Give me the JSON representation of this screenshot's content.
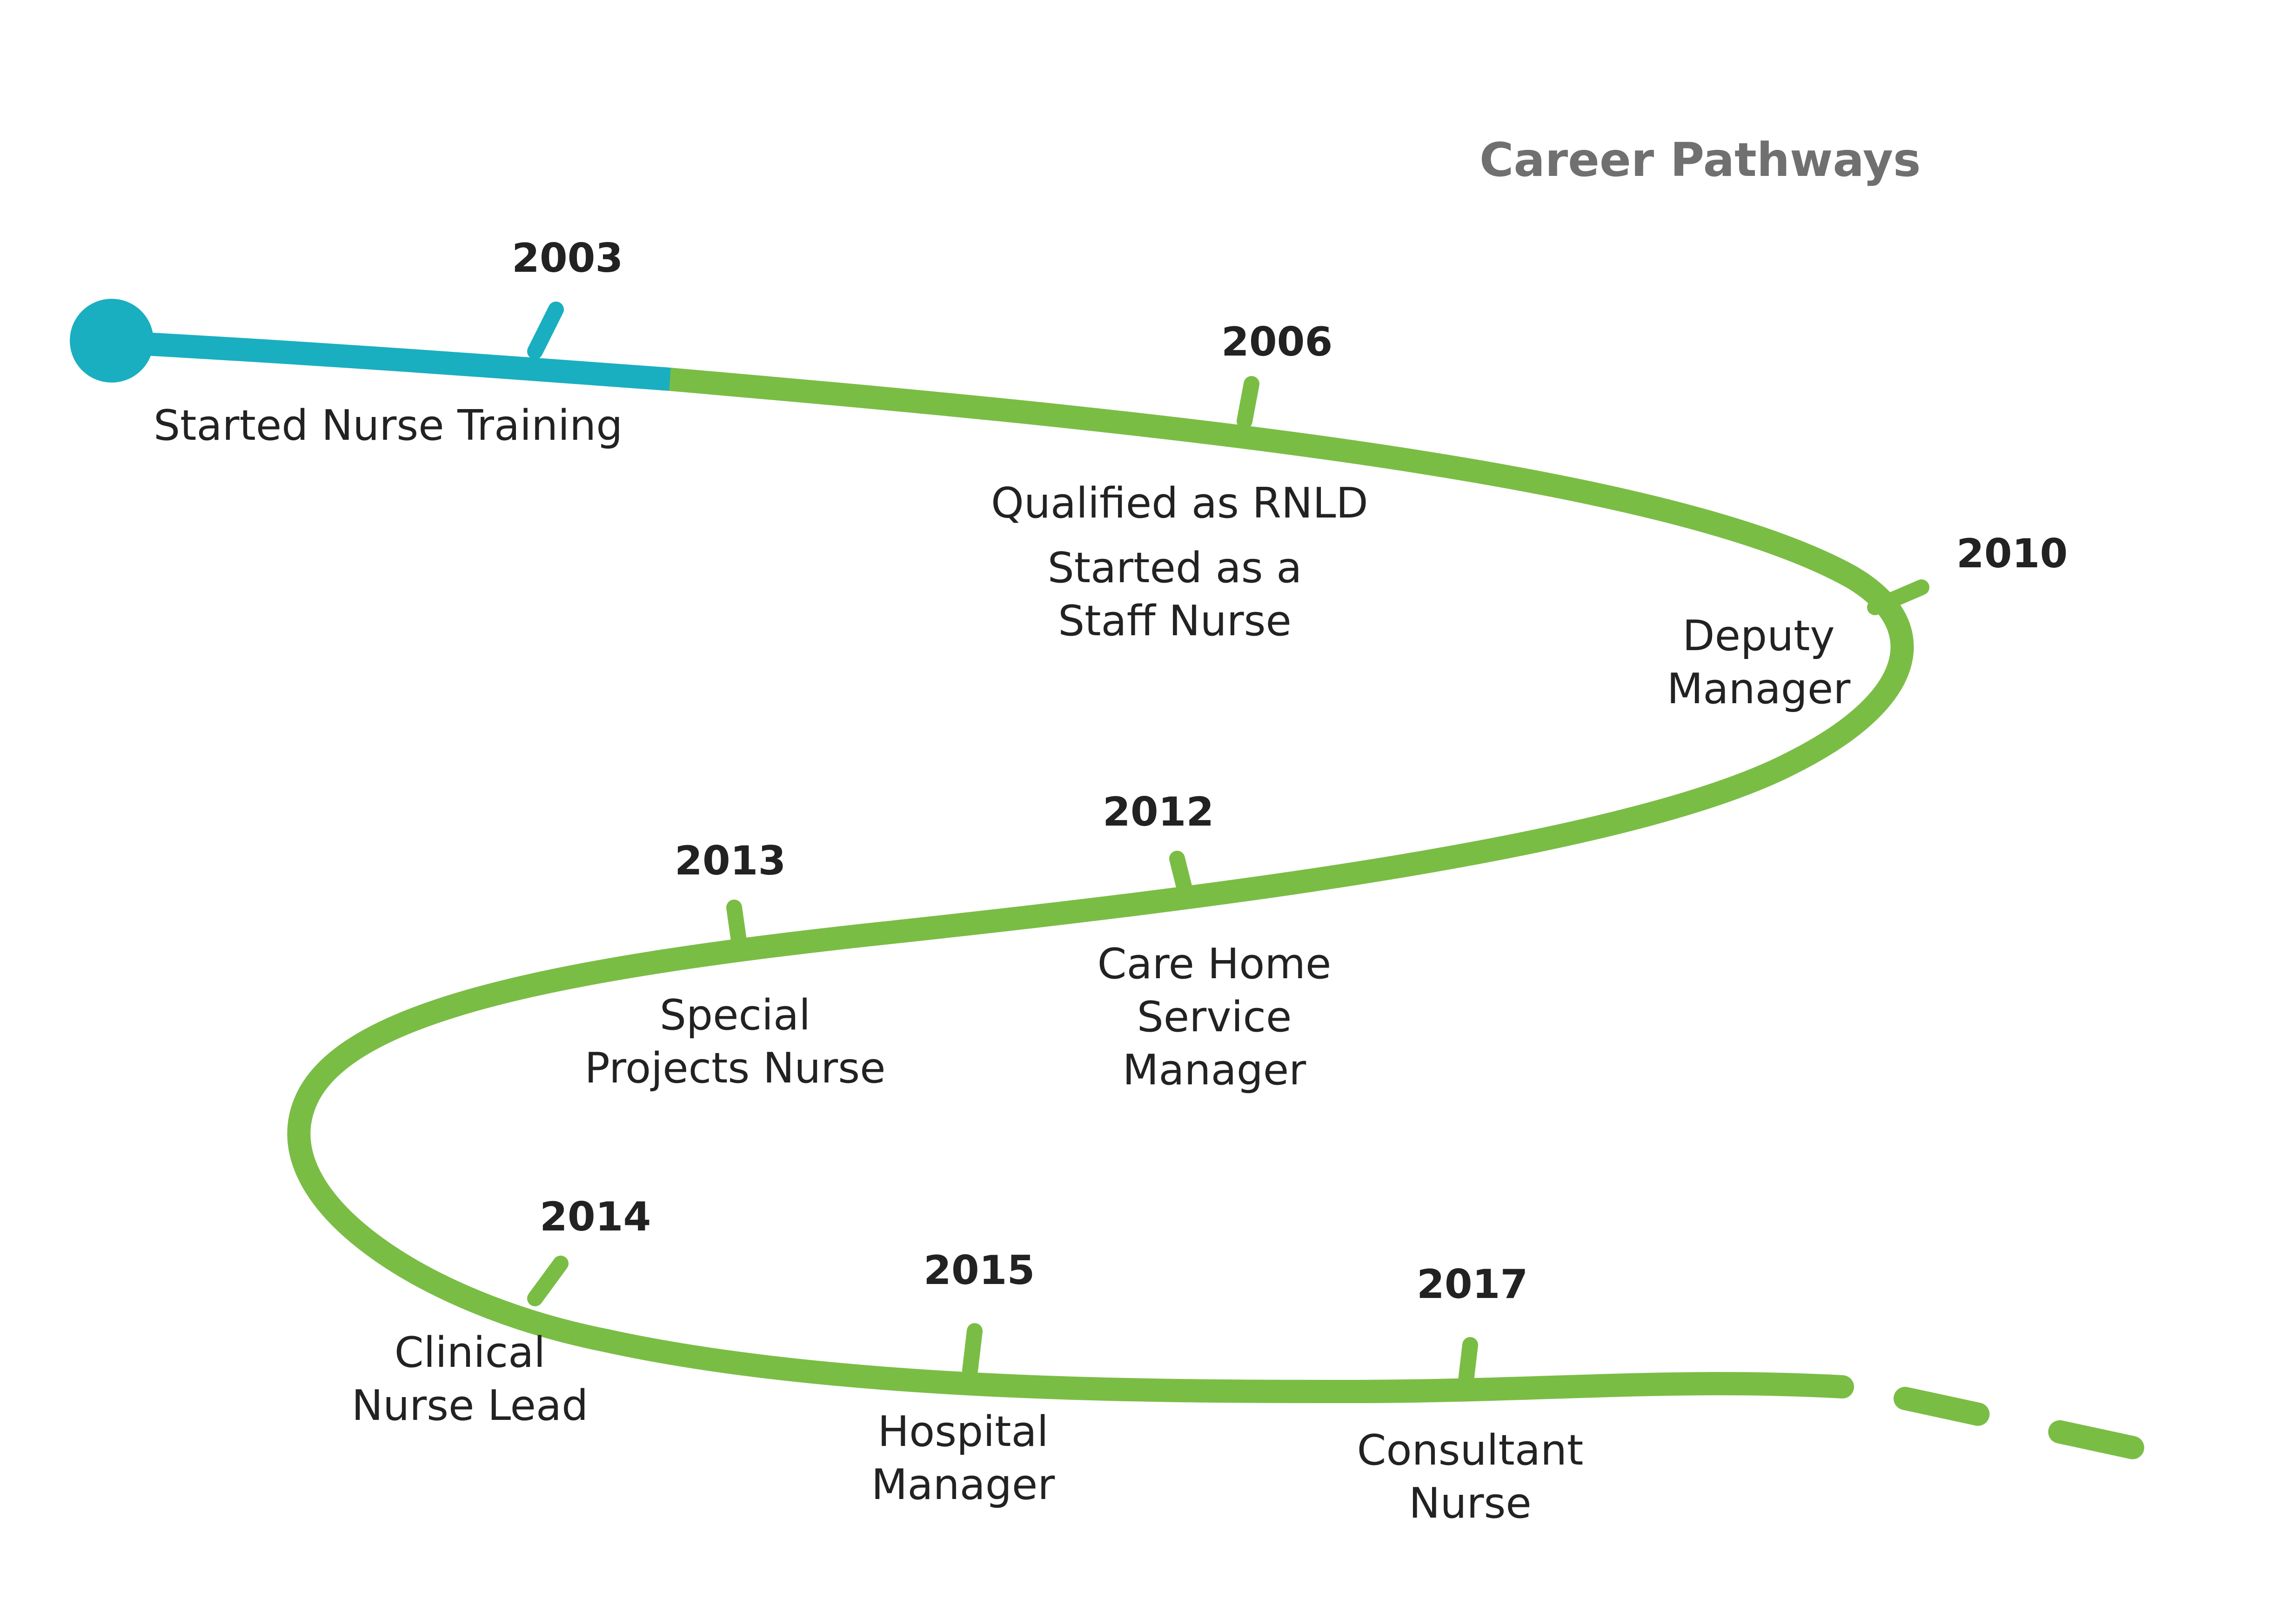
{
  "title": "Career Pathways",
  "colors": {
    "path_main": "#7ABD45",
    "path_start": "#19AFC0",
    "text": "#222222",
    "title": "#707070"
  },
  "milestones": [
    {
      "year": "2003",
      "label": [
        "Started  Nurse Training"
      ]
    },
    {
      "year": "2006",
      "label": [
        "Qualified as RNLD",
        "Started as a",
        "Staff Nurse"
      ]
    },
    {
      "year": "2010",
      "label": [
        "Deputy",
        "Manager"
      ]
    },
    {
      "year": "2012",
      "label": [
        "Care Home",
        "Service",
        "Manager"
      ]
    },
    {
      "year": "2013",
      "label": [
        "Special",
        "Projects Nurse"
      ]
    },
    {
      "year": "2014",
      "label": [
        "Clinical",
        "Nurse Lead"
      ]
    },
    {
      "year": "2015",
      "label": [
        "Hospital",
        "Manager"
      ]
    },
    {
      "year": "2017",
      "label": [
        "Consultant",
        "Nurse"
      ]
    }
  ]
}
